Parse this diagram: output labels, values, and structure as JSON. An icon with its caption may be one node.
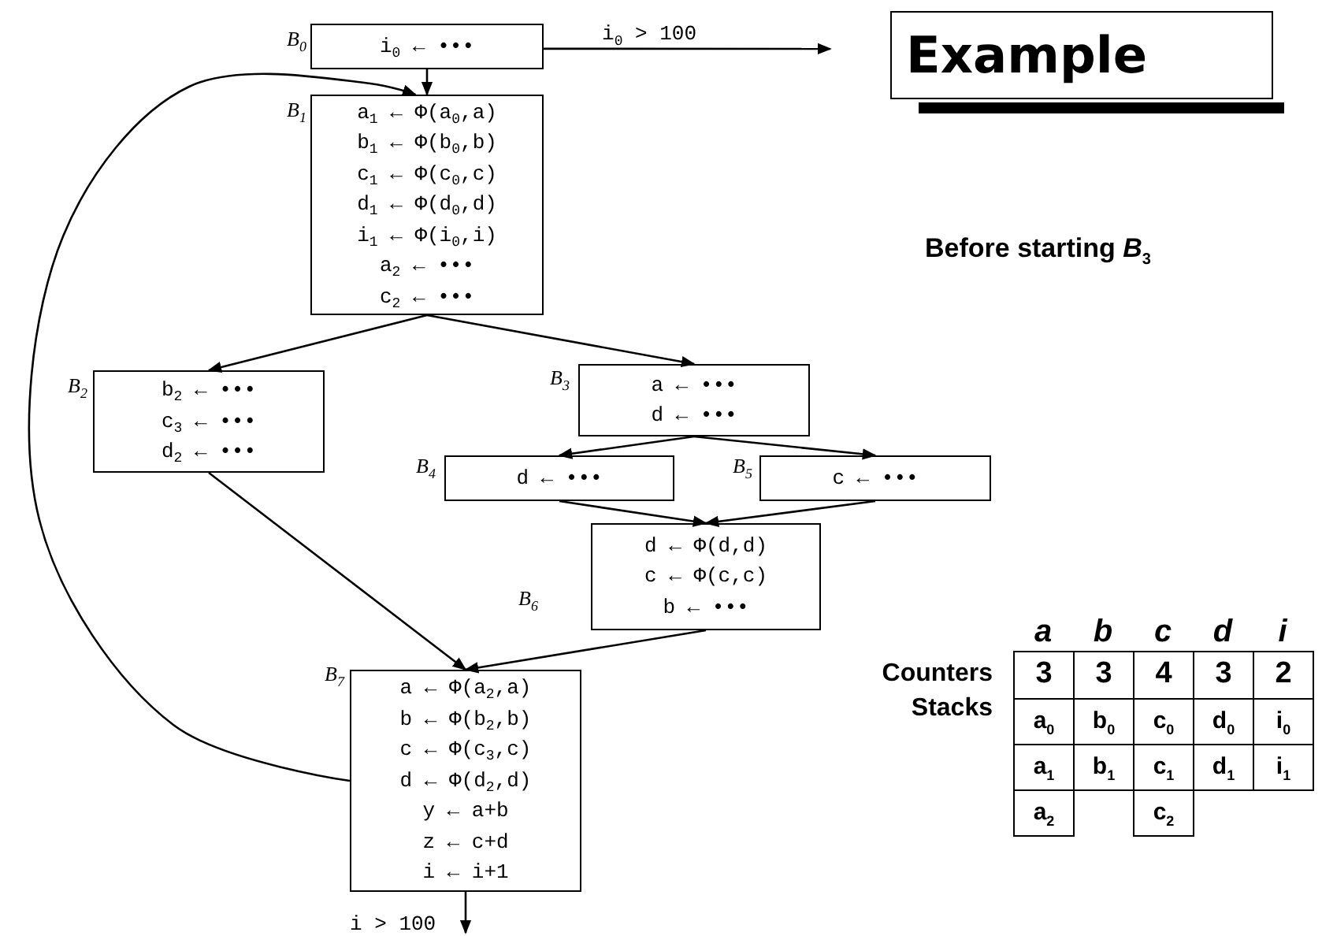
{
  "diagram": {
    "title": "Example",
    "nodes": [
      {
        "text": [
          "i$_{0}$ ← •••"
        ],
        "beside": [
          "B$_{0}$"
        ]
      },
      {
        "text": [
          "a$_{1}$ ← Φ(a$_{0}$,a)",
          "b$_{1}$ ← Φ(b$_{0}$,b)",
          "c$_{1}$ ← Φ(c$_{0}$,c)",
          "d$_{1}$ ← Φ(d$_{0}$,d)",
          "i$_{1}$ ← Φ(i$_{0}$,i)",
          "a$_{2}$ ← •••",
          "c$_{2}$ ← •••"
        ],
        "beside": [
          "B$_{1}$"
        ]
      },
      {
        "text": [
          "b$_{2}$ ← •••",
          "c$_{3}$ ← •••",
          "d$_{2}$ ← •••"
        ],
        "beside": [
          "B$_{2}$"
        ]
      },
      {
        "text": [
          "a ← •••",
          "d ← •••"
        ],
        "beside": [
          "B$_{3}$"
        ]
      },
      {
        "text": [
          "d ← •••"
        ],
        "beside": [
          "B$_{4}$"
        ]
      },
      {
        "text": [
          "c ← •••"
        ],
        "beside": [
          "B$_{5}$"
        ]
      },
      {
        "text": [
          "d ← Φ(d,d)",
          "c ← Φ(c,c)",
          "b ← •••"
        ],
        "beside": [
          "B$_{6}$"
        ]
      },
      {
        "text": [
          "a ← Φ(a$_{2}$,a)",
          "b ← Φ(b$_{2}$,b)",
          "c ← Φ(c$_{3}$,c)",
          "d ← Φ(d$_{2}$,d)",
          "y ← a+b",
          "z ← c+d",
          "i ← i+1"
        ],
        "beside": [
          "B$_{7}$"
        ]
      }
    ],
    "edges": [
      {
        "from": 0,
        "to": 1,
        "arrow": "to"
      },
      {
        "from": 0,
        "to": null,
        "arrow": "to",
        "label": "i$_{0}$ > 100"
      },
      {
        "from": 1,
        "to": 2,
        "arrow": "to"
      },
      {
        "from": 1,
        "to": 3,
        "arrow": "to"
      },
      {
        "from": 3,
        "to": 4,
        "arrow": "to"
      },
      {
        "from": 3,
        "to": 5,
        "arrow": "to"
      },
      {
        "from": 4,
        "to": 6,
        "arrow": "to"
      },
      {
        "from": 5,
        "to": 6,
        "arrow": "to"
      },
      {
        "from": 2,
        "to": 7,
        "arrow": "to"
      },
      {
        "from": 6,
        "to": 7,
        "arrow": "to"
      },
      {
        "from": 7,
        "to": 1,
        "arrow": "to"
      },
      {
        "from": 7,
        "to": null,
        "arrow": "to",
        "label": "i > 100"
      }
    ],
    "labels": [
      "Before starting *B*$_{3}$",
      "a",
      "b",
      "c",
      "d",
      "i",
      "Counters",
      "3",
      "3",
      "4",
      "3",
      "2",
      "Stacks",
      "a$_{0}$",
      "b$_{0}$",
      "c$_{0}$",
      "d$_{0}$",
      "i$_{0}$",
      "a$_{1}$",
      "b$_{1}$",
      "c$_{1}$",
      "d$_{1}$",
      "i$_{1}$",
      "a$_{2}$",
      "c$_{2}$"
    ]
  }
}
